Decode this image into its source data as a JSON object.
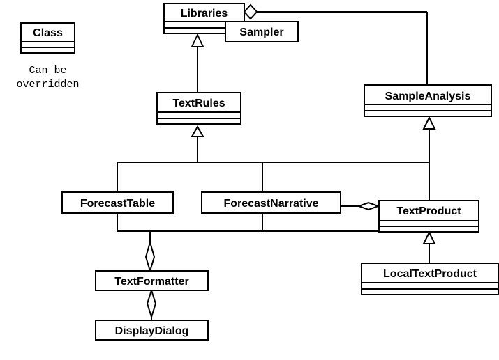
{
  "legend": {
    "class_label": "Class",
    "note_line1": "Can be",
    "note_line2": "overridden"
  },
  "classes": {
    "libraries": "Libraries",
    "sampler": "Sampler",
    "text_rules": "TextRules",
    "sample_analysis": "SampleAnalysis",
    "forecast_table": "ForecastTable",
    "forecast_narrative": "ForecastNarrative",
    "text_product": "TextProduct",
    "local_text_product": "LocalTextProduct",
    "text_formatter": "TextFormatter",
    "display_dialog": "DisplayDialog"
  }
}
